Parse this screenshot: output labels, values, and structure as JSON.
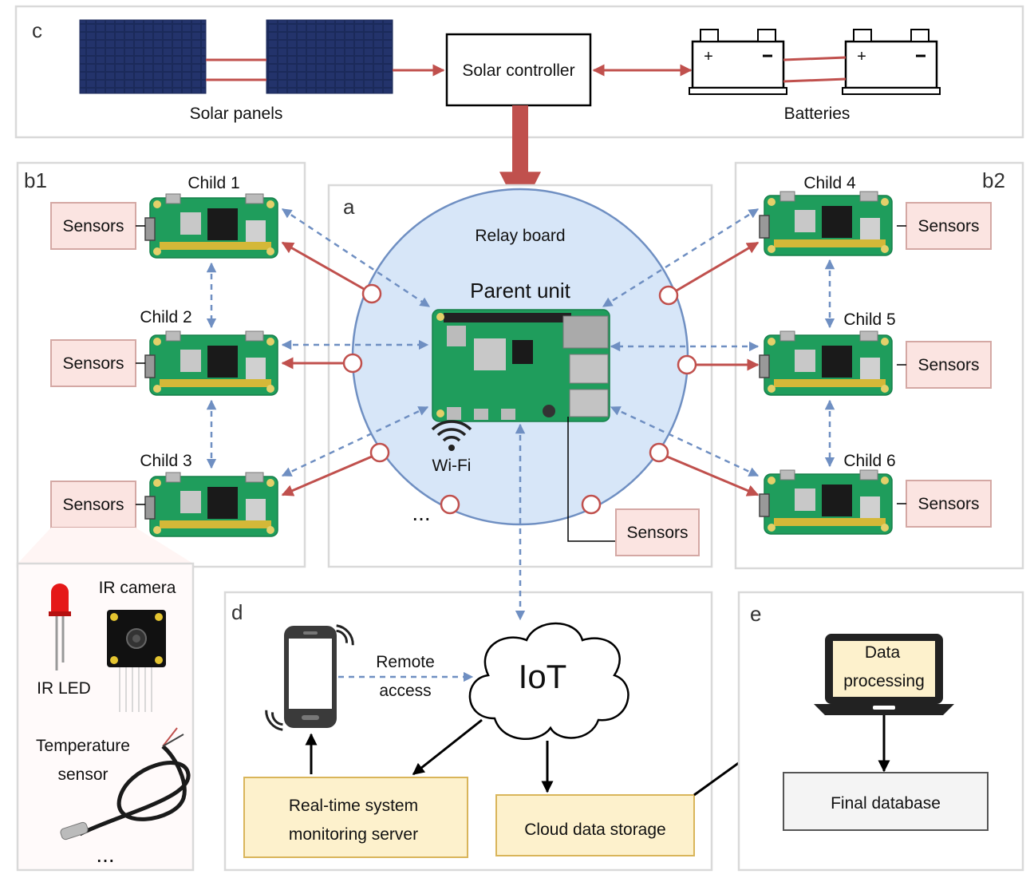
{
  "panels": {
    "c": "c",
    "b1": "b1",
    "a": "a",
    "b2": "b2",
    "d": "d",
    "e": "e"
  },
  "top": {
    "solar_panels": "Solar panels",
    "solar_controller": "Solar controller",
    "batteries": "Batteries"
  },
  "center": {
    "relay_board": "Relay board",
    "parent_unit": "Parent unit",
    "wifi": "Wi-Fi",
    "ellipsis": "...",
    "sensors": "Sensors"
  },
  "children": {
    "child1": "Child 1",
    "child2": "Child 2",
    "child3": "Child 3",
    "child4": "Child 4",
    "child5": "Child 5",
    "child6": "Child 6"
  },
  "sensors_label": "Sensors",
  "sensor_detail": {
    "ir_camera": "IR camera",
    "ir_led": "IR LED",
    "temperature_line1": "Temperature",
    "temperature_line2": "sensor",
    "ellipsis": "..."
  },
  "cloud": {
    "iot": "IoT",
    "remote_line1": "Remote",
    "remote_line2": "access",
    "realtime_line1": "Real-time system",
    "realtime_line2": "monitoring server",
    "cloud_storage": "Cloud data storage"
  },
  "processing": {
    "data_line1": "Data",
    "data_line2": "processing",
    "final_database": "Final database"
  }
}
